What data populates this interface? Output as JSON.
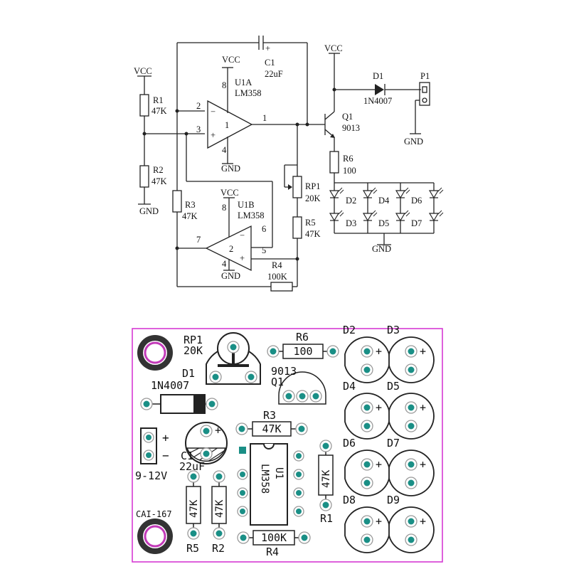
{
  "schematic": {
    "vcc": "VCC",
    "gnd": "GND",
    "r1": {
      "ref": "R1",
      "value": "47K"
    },
    "r2": {
      "ref": "R2",
      "value": "47K"
    },
    "r3": {
      "ref": "R3",
      "value": "47K"
    },
    "r4": {
      "ref": "R4",
      "value": "100K"
    },
    "r5": {
      "ref": "R5",
      "value": "47K"
    },
    "r6": {
      "ref": "R6",
      "value": "100"
    },
    "rp1": {
      "ref": "RP1",
      "value": "20K"
    },
    "c1": {
      "ref": "C1",
      "value": "22uF",
      "plus": "+"
    },
    "u1a": {
      "ref": "U1A",
      "part": "LM358",
      "unit": "1"
    },
    "u1b": {
      "ref": "U1B",
      "part": "LM358",
      "unit": "2"
    },
    "q1": {
      "ref": "Q1",
      "part": "9013"
    },
    "d1": {
      "ref": "D1",
      "part": "1N4007"
    },
    "p1": {
      "ref": "P1"
    },
    "pins": {
      "p1": "1",
      "p2": "2",
      "p3": "3",
      "p4": "4",
      "p5": "5",
      "p6": "6",
      "p7": "7",
      "p8": "8"
    },
    "opamp_signs": {
      "minus": "−",
      "plus": "+"
    },
    "leds": [
      "D2",
      "D3",
      "D4",
      "D5",
      "D6",
      "D7"
    ]
  },
  "pcb": {
    "rp1": {
      "ref": "RP1",
      "value": "20K"
    },
    "r6": {
      "ref": "R6",
      "value": "100"
    },
    "q1": {
      "part": "9013",
      "ref": "Q1"
    },
    "d1": {
      "ref": "D1",
      "part": "1N4007"
    },
    "r3": {
      "ref": "R3",
      "value": "47K"
    },
    "u1": {
      "ref": "U1",
      "part": "LM358"
    },
    "c1": {
      "ref": "C1",
      "value": "22uF"
    },
    "power": {
      "plus": "+",
      "minus": "−",
      "voltage": "9-12V"
    },
    "board_id": "CAI-167",
    "r5": {
      "ref": "R5",
      "value": "47K"
    },
    "r2": {
      "ref": "R2",
      "value": "47K"
    },
    "r1": {
      "ref": "R1",
      "value": "47K"
    },
    "r4": {
      "ref": "R4",
      "value": "100K"
    },
    "led_plus": "+",
    "leds": [
      "D2",
      "D3",
      "D4",
      "D5",
      "D6",
      "D7",
      "D8",
      "D9"
    ]
  },
  "colors": {
    "board_outline": "#d63ad3",
    "pad": "#1a8f86",
    "ring": "#c23ab8"
  }
}
